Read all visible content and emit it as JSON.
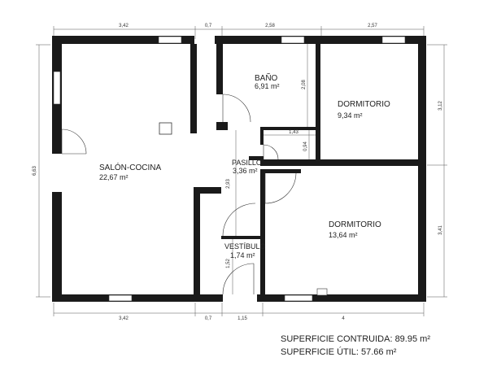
{
  "dimensions_top": [
    "3,42",
    "0,7",
    "2,58",
    "2,57"
  ],
  "dimensions_bottom": [
    "3,42",
    "0,7",
    "1,15",
    "4"
  ],
  "dimensions_left": [
    "6,63"
  ],
  "dimensions_right": [
    "3,12",
    "3,41"
  ],
  "dimensions_interior": [
    "2,08",
    "1,43",
    "0,94",
    "2,93",
    "1,52"
  ],
  "rooms": [
    {
      "name": "SALÓN-COCINA",
      "area": "22,67 m²"
    },
    {
      "name": "BAÑO",
      "area": "6,91 m²"
    },
    {
      "name": "DORMITORIO",
      "area": "9,34 m²"
    },
    {
      "name": "PASILLO",
      "area": "3,36 m²"
    },
    {
      "name": "DORMITORIO",
      "area": "13,64 m²"
    },
    {
      "name": "VESTÍBULO",
      "area": "1,74 m²"
    }
  ],
  "summary": {
    "construida": "SUPERFICIE CONTRUIDA: 89.95 m²",
    "util": "SUPERFICIE ÚTIL: 57.66 m²"
  }
}
